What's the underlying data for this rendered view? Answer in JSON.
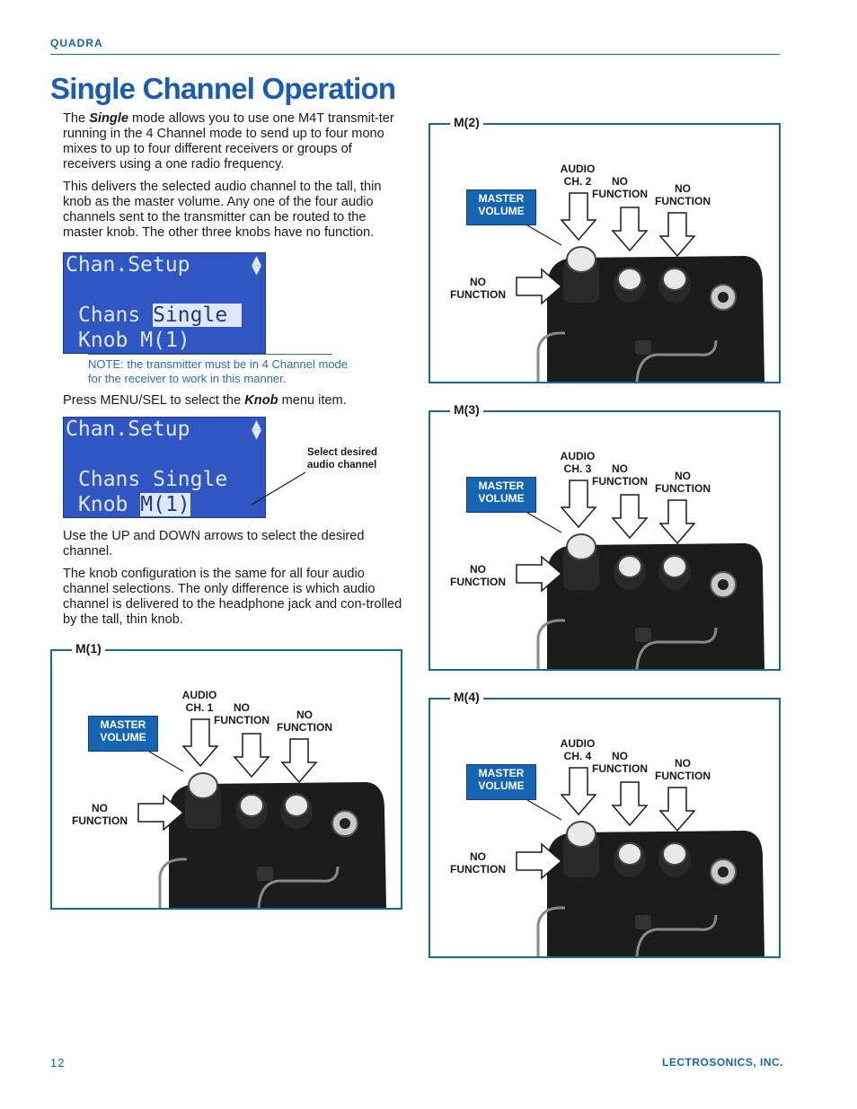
{
  "header": {
    "label": "QUADRA"
  },
  "title": "Single Channel Operation",
  "intro": {
    "p1_a": "The ",
    "p1_b": "Single",
    "p1_c": " mode allows you to use one M4T transmit-ter running in the 4 Channel mode to send up to four mono mixes to up to four different receivers or groups of receivers using a one radio frequency.",
    "p2": "This delivers the selected audio channel to the tall, thin knob as the master volume. Any one of the four audio channels sent to the transmitter can be routed to the master knob. The other three knobs have no function."
  },
  "lcd1": {
    "row1": "Chan.Setup",
    "row2_label": "Chans ",
    "row2_value": "Single",
    "row3_label": "Knob ",
    "row3_value": "M(1)"
  },
  "note": "NOTE: the transmitter must be in 4 Channel mode for the receiver to work in this manner.",
  "press": {
    "a": "Press MENU/SEL to select the ",
    "b": "Knob",
    "c": " menu item."
  },
  "lcd2": {
    "row1": "Chan.Setup",
    "row2_label": "Chans ",
    "row2_value": "Single",
    "row3_label": "Knob ",
    "row3_value": "M(1)"
  },
  "callout": {
    "line1": "Select desired",
    "line2": "audio channel"
  },
  "para3": "Use the UP and DOWN arrows to select the desired channel.",
  "para4": "The knob configuration is the same for all four audio channel selections. The only difference is which audio channel is delivered to the headphone jack and con-trolled by the tall, thin knob.",
  "panels": [
    {
      "tag": "M(1)",
      "audio_line1": "AUDIO",
      "audio_line2": "CH. 1"
    },
    {
      "tag": "M(2)",
      "audio_line1": "AUDIO",
      "audio_line2": "CH. 2"
    },
    {
      "tag": "M(3)",
      "audio_line1": "AUDIO",
      "audio_line2": "CH. 3"
    },
    {
      "tag": "M(4)",
      "audio_line1": "AUDIO",
      "audio_line2": "CH. 4"
    }
  ],
  "labels": {
    "master_line1": "MASTER",
    "master_line2": "VOLUME",
    "no": "NO",
    "function": "FUNCTION"
  },
  "footer": {
    "page": "12",
    "company": "LECTROSONICS, INC."
  },
  "colors": {
    "accent": "#1565b3",
    "lcd": "#2f56c2"
  }
}
